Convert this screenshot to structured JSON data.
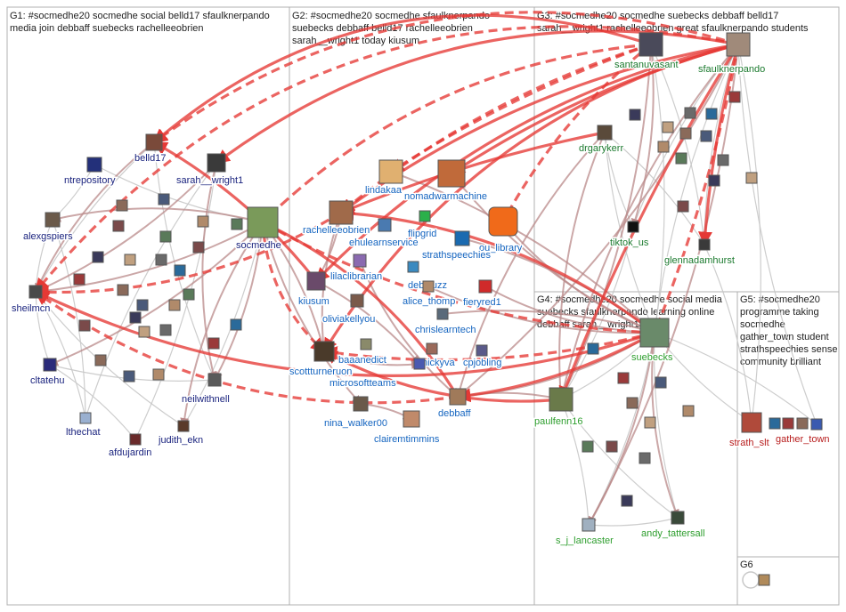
{
  "groups": [
    {
      "id": "G1",
      "lines": [
        "G1: #socmedhe20 socmedhe social belld17 sfaulknerpando",
        "media join debbaff suebecks rachelleeobrien"
      ]
    },
    {
      "id": "G2",
      "lines": [
        "G2: #socmedhe20 socmedhe sfaulknerpando",
        "suebecks debbaff belld17 rachelleeobrien",
        "sarah__wright1 today kiusum"
      ]
    },
    {
      "id": "G3",
      "lines": [
        "G3: #socmedhe20 socmedhe suebecks debbaff belld17",
        "sarah__wright1 rachelleeobrien great sfaulknerpando students"
      ]
    },
    {
      "id": "G4",
      "lines": [
        "G4: #socmedhe20 socmedhe social media",
        "suebecks sfaulknerpando learning online",
        "debbaff sarah__wright1"
      ]
    },
    {
      "id": "G5",
      "lines": [
        "G5: #socmedhe20",
        "programme taking",
        "socmedhe",
        "gather_town student",
        "strathspeechies sense",
        "community brilliant"
      ]
    },
    {
      "id": "G6",
      "lines": [
        "G6"
      ]
    }
  ],
  "colors": {
    "g1_label": "#1a237e",
    "g2_label": "#1565c0",
    "g3_label": "#1b7a2e",
    "g4_label": "#2e9e2e",
    "g5_label": "#b71c1c",
    "edge_strong": "#e53935",
    "edge_mid": "#b98a8a",
    "edge_light": "#c8c8c8"
  },
  "nodes": [
    {
      "name": "belld17",
      "group": "G1",
      "label": "belld17",
      "color": "#7a4a3a"
    },
    {
      "name": "sarah__wright1",
      "group": "G1",
      "label": "sarah__wright1",
      "color": "#3a3a3a"
    },
    {
      "name": "ntrepository",
      "group": "G1",
      "label": "ntrepository",
      "color": "#23307a"
    },
    {
      "name": "alexgspiers",
      "group": "G1",
      "label": "alexgspiers",
      "color": "#6b5a4a"
    },
    {
      "name": "socmedhe",
      "group": "G1",
      "label": "socmedhe",
      "color": "#7a9a5a"
    },
    {
      "name": "sheilmcn",
      "group": "G1",
      "label": "sheilmcn",
      "color": "#4a4a4a"
    },
    {
      "name": "cltatehu",
      "group": "G1",
      "label": "cltatehu",
      "color": "#2a2a7a"
    },
    {
      "name": "neilwithnell",
      "group": "G1",
      "label": "neilwithnell",
      "color": "#5a5a5a"
    },
    {
      "name": "lthechat",
      "group": "G1",
      "label": "lthechat",
      "color": "#9ab0d0"
    },
    {
      "name": "judith_ekn",
      "group": "G1",
      "label": "judith_ekn",
      "color": "#5a3a2a"
    },
    {
      "name": "afdujardin",
      "group": "G1",
      "label": "afdujardin",
      "color": "#6a2a2a"
    },
    {
      "name": "lindakaa",
      "group": "G2",
      "label": "lindakaa",
      "color": "#e0b070"
    },
    {
      "name": "nomadwarmachine",
      "group": "G2",
      "label": "nomadwarmachine",
      "color": "#c06a3a"
    },
    {
      "name": "rachelleeobrien",
      "group": "G2",
      "label": "rachelleeobrien",
      "color": "#a06a4a"
    },
    {
      "name": "ehulearnservice",
      "group": "G2",
      "label": "ehulearnservice",
      "color": "#4a7ab0"
    },
    {
      "name": "flipgrid",
      "group": "G2",
      "label": "flipgrid",
      "color": "#2ab04a"
    },
    {
      "name": "ou_library",
      "group": "G2",
      "label": "ou_library",
      "color": "#f06a1a"
    },
    {
      "name": "strathspeechies",
      "group": "G2",
      "label": "strathspeechies",
      "color": "#1a6ab0"
    },
    {
      "name": "lilaclibrarian",
      "group": "G2",
      "label": "lilaclibrarian",
      "color": "#8a6ab0"
    },
    {
      "name": "debibuzz",
      "group": "G2",
      "label": "debibuzz",
      "color": "#3a8ac0"
    },
    {
      "name": "kiusum",
      "group": "G2",
      "label": "kiusum",
      "color": "#6a4a6a"
    },
    {
      "name": "alice_thomp",
      "group": "G2",
      "label": "alice_thomp",
      "color": "#b08a6a"
    },
    {
      "name": "fieryred1",
      "group": "G2",
      "label": "fieryred1",
      "color": "#d02a2a"
    },
    {
      "name": "oliviakellyou",
      "group": "G2",
      "label": "oliviakellyou",
      "color": "#7a5a4a"
    },
    {
      "name": "chrislearntech",
      "group": "G2",
      "label": "chrislearntech",
      "color": "#5a6a7a"
    },
    {
      "name": "baaanedict",
      "group": "G2",
      "label": "baaanedict",
      "color": "#8a8a6a"
    },
    {
      "name": "scottturneruon",
      "group": "G2",
      "label": "scottturneruon",
      "color": "#4a3a2a"
    },
    {
      "name": "nickyva",
      "group": "G2",
      "label": "nickyva",
      "color": "#9a6a5a"
    },
    {
      "name": "cpjobling",
      "group": "G2",
      "label": "cpjobling",
      "color": "#5a5a8a"
    },
    {
      "name": "microsoftteams",
      "group": "G2",
      "label": "microsoftteams",
      "color": "#4a5ab0"
    },
    {
      "name": "debbaff",
      "group": "G2",
      "label": "debbaff",
      "color": "#a07a5a"
    },
    {
      "name": "nina_walker00",
      "group": "G2",
      "label": "nina_walker00",
      "color": "#6a5a4a"
    },
    {
      "name": "clairemtimmins",
      "group": "G2",
      "label": "clairemtimmins",
      "color": "#c08a6a"
    },
    {
      "name": "santanuvasant",
      "group": "G3",
      "label": "santanuvasant",
      "color": "#4a4a5a"
    },
    {
      "name": "sfaulknerpando",
      "group": "G3",
      "label": "sfaulknerpando",
      "color": "#a08a7a"
    },
    {
      "name": "drgarykerr",
      "group": "G3",
      "label": "drgarykerr",
      "color": "#5a4a3a"
    },
    {
      "name": "tiktok_us",
      "group": "G3",
      "label": "tiktok_us",
      "color": "#111111"
    },
    {
      "name": "glennadamhurst",
      "group": "G3",
      "label": "glennadamhurst",
      "color": "#3a3a3a"
    },
    {
      "name": "suebecks",
      "group": "G4",
      "label": "suebecks",
      "color": "#6a8a6a"
    },
    {
      "name": "paulfenn16",
      "group": "G4",
      "label": "paulfenn16",
      "color": "#6a7a4a"
    },
    {
      "name": "s_j_lancaster",
      "group": "G4",
      "label": "s_j_lancaster",
      "color": "#a0b0c0"
    },
    {
      "name": "andy_tattersall",
      "group": "G4",
      "label": "andy_tattersall",
      "color": "#3a4a3a"
    },
    {
      "name": "strath_slt",
      "group": "G5",
      "label": "strath_slt",
      "color": "#b04a3a"
    },
    {
      "name": "gather_town",
      "group": "G5",
      "label": "gather_town",
      "color": "#3a5ab0"
    }
  ]
}
